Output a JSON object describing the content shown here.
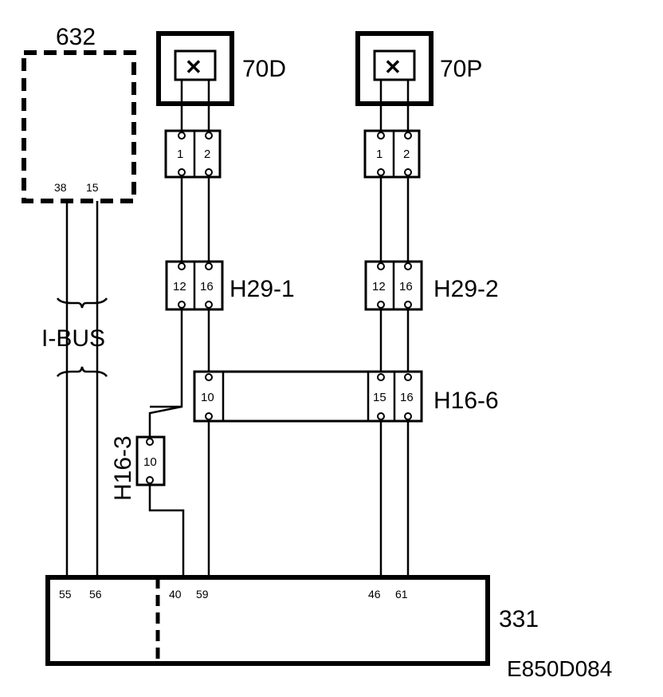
{
  "components": {
    "module_632": {
      "label": "632",
      "pins": [
        "38",
        "15"
      ]
    },
    "component_70D": {
      "label": "70D",
      "symbol": "✕"
    },
    "component_70P": {
      "label": "70P",
      "symbol": "✕"
    },
    "module_331": {
      "label": "331",
      "pins": [
        "55",
        "56",
        "40",
        "59",
        "46",
        "61"
      ]
    }
  },
  "connectors": {
    "conn_70D": {
      "pins": [
        "1",
        "2"
      ]
    },
    "conn_70P": {
      "pins": [
        "1",
        "2"
      ]
    },
    "H29_1": {
      "label": "H29-1",
      "pins": [
        "12",
        "16"
      ]
    },
    "H29_2": {
      "label": "H29-2",
      "pins": [
        "12",
        "16"
      ]
    },
    "H16_6": {
      "label": "H16-6",
      "pins": [
        "10",
        "15",
        "16"
      ]
    },
    "H16_3": {
      "label": "H16-3",
      "pins": [
        "10"
      ]
    }
  },
  "bus": {
    "label": "I-BUS"
  },
  "figure_id": "E850D084"
}
